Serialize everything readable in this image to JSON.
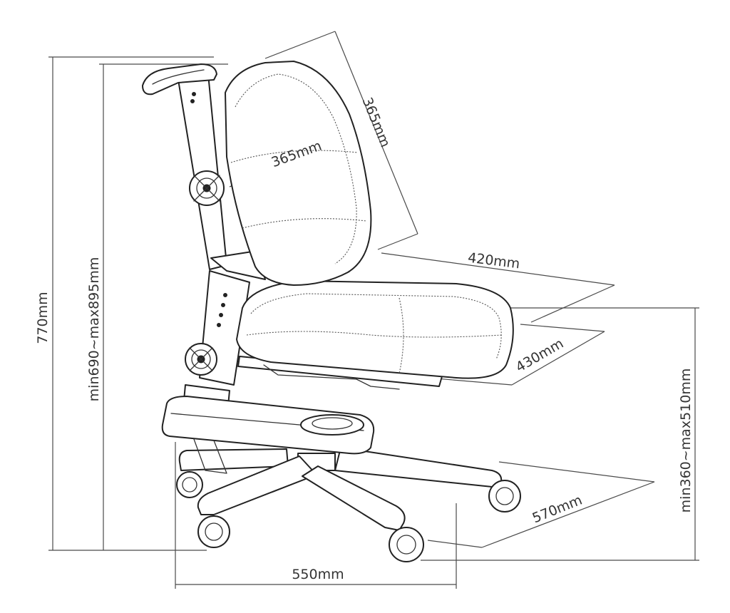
{
  "dimensions": {
    "overall_height": "770mm",
    "backrest_height_range": "min690~max895mm",
    "backrest_width": "365mm",
    "backrest_height": "365mm",
    "seat_width": "420mm",
    "seat_depth": "430mm",
    "seat_height_range": "min360~max510mm",
    "base_depth": "570mm",
    "base_width": "550mm"
  },
  "colors": {
    "line": "#222222",
    "dimension_line": "#4a4a4a",
    "text": "#333333"
  }
}
